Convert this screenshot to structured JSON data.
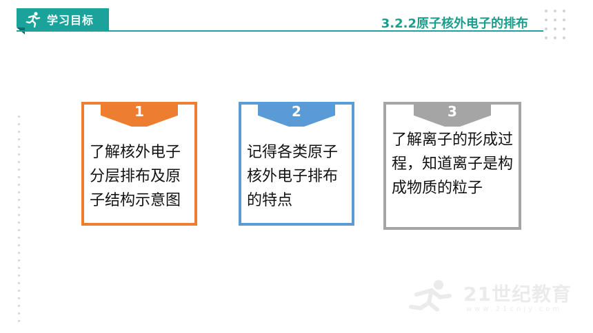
{
  "header": {
    "badge_label": "学习目标",
    "lesson_title": "3.2.2原子核外电子的排布"
  },
  "cards": [
    {
      "number": "1",
      "text": "了解核外电子分层排布及原子结构示意图"
    },
    {
      "number": "2",
      "text": "记得各类原子核外电子排布的特点"
    },
    {
      "number": "3",
      "text": "了解离子的形成过程，知道离子是构成物质的粒子"
    }
  ],
  "watermark": {
    "brand": "21世纪教育",
    "url": "www.21cnjy.com"
  },
  "colors": {
    "teal": "#1aa39a",
    "orange": "#ed7d31",
    "blue": "#5b9bd5",
    "gray": "#a5a5a5"
  },
  "icons": [
    "runner-icon",
    "watermark-runner-icon"
  ]
}
